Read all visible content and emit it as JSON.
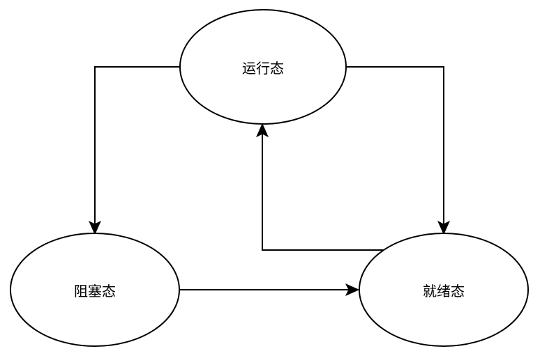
{
  "nodes": {
    "running": {
      "label": "运行态"
    },
    "blocked": {
      "label": "阻塞态"
    },
    "ready": {
      "label": "就绪态"
    }
  },
  "edges": [
    {
      "from": "running",
      "to": "blocked"
    },
    {
      "from": "running",
      "to": "ready"
    },
    {
      "from": "ready",
      "to": "running"
    },
    {
      "from": "blocked",
      "to": "ready"
    }
  ],
  "colors": {
    "stroke": "#000000",
    "fill": "#ffffff",
    "background": "#ffffff"
  }
}
